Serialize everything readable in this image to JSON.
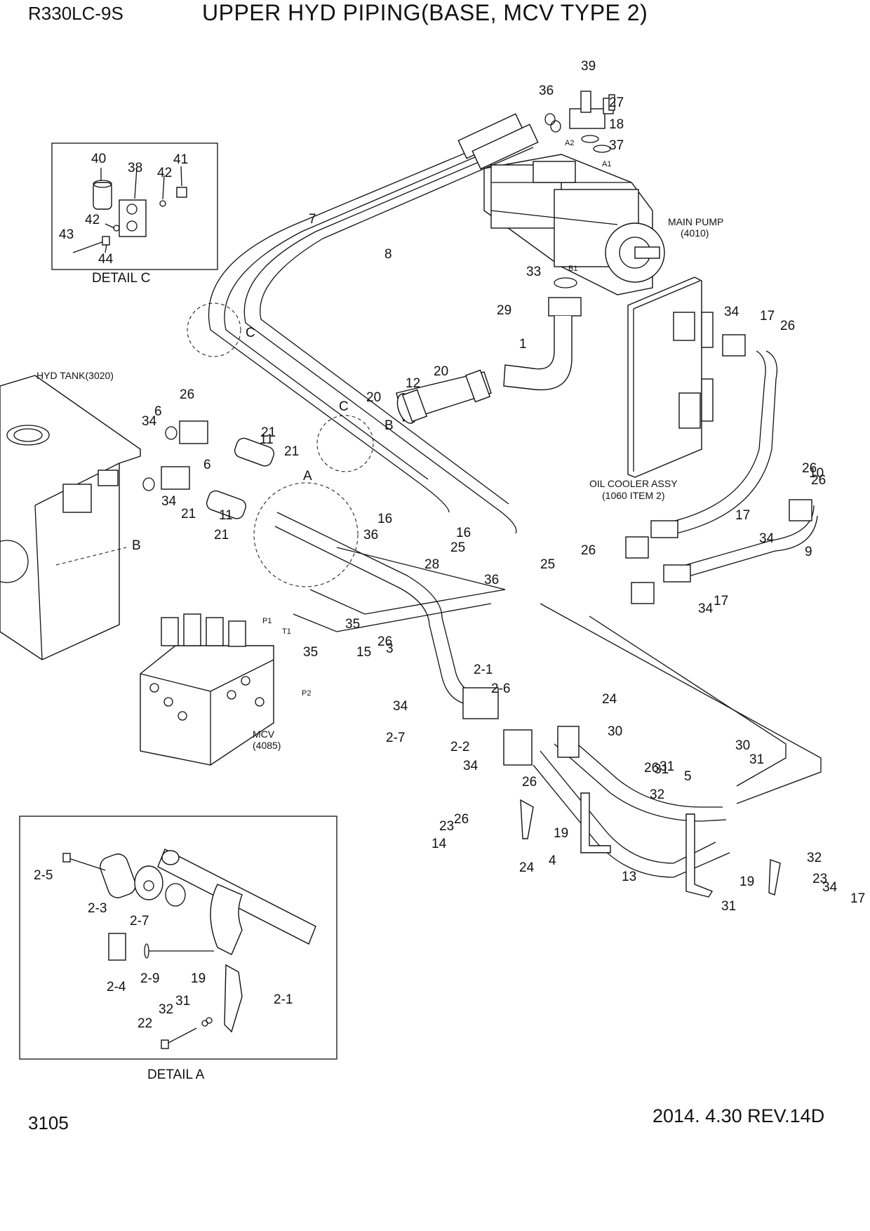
{
  "header": {
    "model": "R330LC-9S",
    "title": "UPPER HYD PIPING(BASE, MCV TYPE 2)"
  },
  "footer": {
    "page_number": "3105",
    "revision": "2014. 4.30  REV.14D"
  },
  "components": {
    "main_pump": [
      "MAIN PUMP",
      "(4010)"
    ],
    "oil_cooler": [
      "OIL COOLER ASSY",
      "(1060 ITEM 2)"
    ],
    "hyd_tank": "HYD TANK(3020)",
    "mcv": [
      "MCV",
      "(4085)"
    ]
  },
  "details": {
    "detail_c": "DETAIL C",
    "detail_a": "DETAIL A"
  },
  "ports": {
    "a1": "A1",
    "a2": "A2",
    "b1": "B1",
    "p1": "P1",
    "p2": "P2",
    "t1": "T1"
  },
  "markers": {
    "a": "A",
    "b": "B",
    "c": "C"
  },
  "callouts_main": [
    "39",
    "36",
    "27",
    "18",
    "37",
    "7",
    "8",
    "33",
    "29",
    "1",
    "12",
    "20",
    "20",
    "34",
    "17",
    "26",
    "26",
    "6",
    "34",
    "6",
    "21",
    "11",
    "21",
    "34",
    "11",
    "21",
    "21",
    "16",
    "36",
    "16",
    "25",
    "25",
    "28",
    "36",
    "35",
    "15",
    "26",
    "35",
    "3",
    "2-1",
    "34",
    "2-6",
    "2-7",
    "2-2",
    "34",
    "26",
    "24",
    "30",
    "30",
    "31",
    "31",
    "26",
    "5",
    "31",
    "32",
    "23",
    "26",
    "14",
    "19",
    "4",
    "24",
    "13",
    "19",
    "31",
    "32",
    "23",
    "34",
    "17",
    "26",
    "10",
    "26",
    "17",
    "34",
    "9",
    "26",
    "17",
    "34"
  ],
  "callouts_detail_c": [
    "40",
    "38",
    "42",
    "41",
    "42",
    "43",
    "44"
  ],
  "callouts_detail_a": [
    "2-5",
    "2-3",
    "2-7",
    "2-4",
    "2-9",
    "19",
    "31",
    "32",
    "22",
    "2-1"
  ]
}
